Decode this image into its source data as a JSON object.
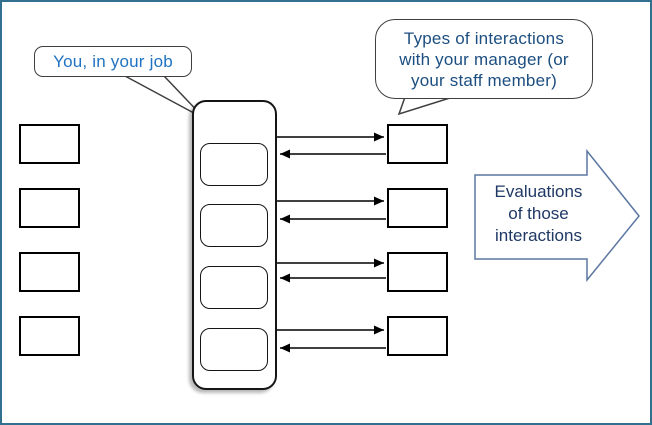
{
  "page": {
    "background": "#ffffff",
    "border_color": "#31708E"
  },
  "callouts": {
    "left": {
      "text": "You, in your job",
      "text_color": "#2173C2",
      "border_color": "#3f3f3f"
    },
    "right": {
      "lines": [
        "Types of interactions",
        "with your manager (or",
        "your staff member)"
      ],
      "text_color": "#1C4E80",
      "border_color": "#3f3f3f"
    }
  },
  "evaluation_arrow": {
    "lines": [
      "Evaluations",
      "of those",
      "interactions"
    ],
    "text_color": "#1F3864",
    "border_color": "#5B76A1",
    "fill": "#ffffff"
  },
  "connectors": {
    "style": "double-headed pairs",
    "color": "#000000",
    "pair_count": 4
  }
}
